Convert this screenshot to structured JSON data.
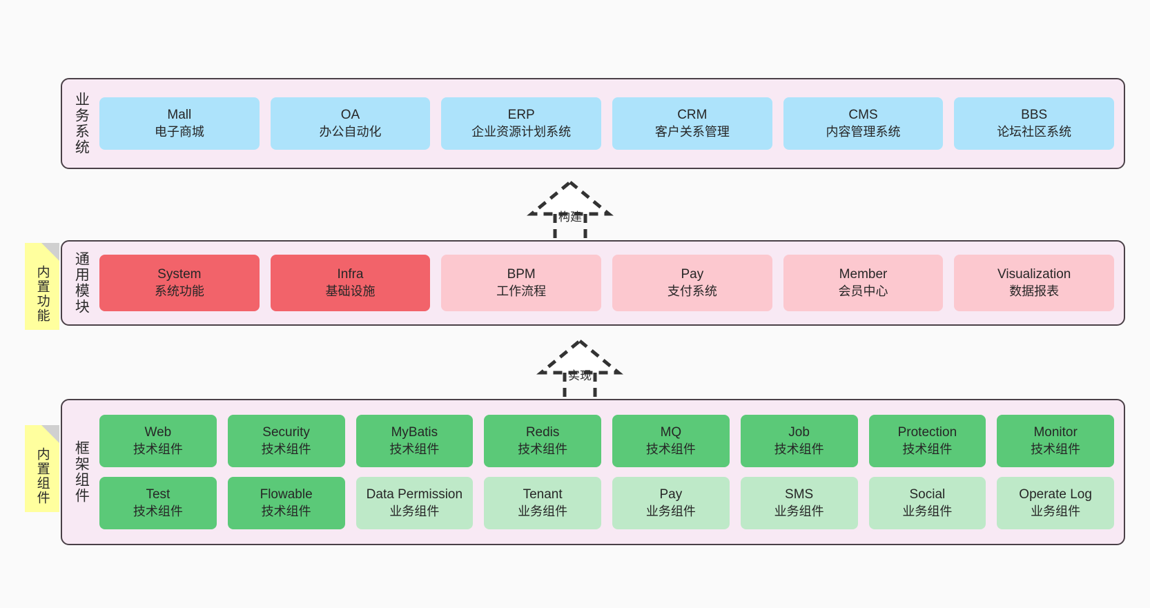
{
  "diagram": {
    "background": "#fafafa",
    "layer_fill": "#f8e9f4",
    "layer_border": "#4a4047",
    "sticky_fill": "#ffff9e"
  },
  "layers": [
    {
      "id": "business",
      "title": "业务系统",
      "rows": [
        {
          "nodes": [
            {
              "name": "Mall",
              "sub": "电子商城",
              "color": "blue"
            },
            {
              "name": "OA",
              "sub": "办公自动化",
              "color": "blue"
            },
            {
              "name": "ERP",
              "sub": "企业资源计划系统",
              "color": "blue"
            },
            {
              "name": "CRM",
              "sub": "客户关系管理",
              "color": "blue"
            },
            {
              "name": "CMS",
              "sub": "内容管理系统",
              "color": "blue"
            },
            {
              "name": "BBS",
              "sub": "论坛社区系统",
              "color": "blue"
            }
          ]
        }
      ]
    },
    {
      "id": "modules",
      "title": "通用模块",
      "sticky": "内置功能",
      "rows": [
        {
          "nodes": [
            {
              "name": "System",
              "sub": "系统功能",
              "color": "red"
            },
            {
              "name": "Infra",
              "sub": "基础设施",
              "color": "red"
            },
            {
              "name": "BPM",
              "sub": "工作流程",
              "color": "pink"
            },
            {
              "name": "Pay",
              "sub": "支付系统",
              "color": "pink"
            },
            {
              "name": "Member",
              "sub": "会员中心",
              "color": "pink"
            },
            {
              "name": "Visualization",
              "sub": "数据报表",
              "color": "pink"
            }
          ]
        }
      ]
    },
    {
      "id": "framework",
      "title": "框架组件",
      "sticky": "内置组件",
      "rows": [
        {
          "nodes": [
            {
              "name": "Web",
              "sub": "技术组件",
              "color": "green"
            },
            {
              "name": "Security",
              "sub": "技术组件",
              "color": "green"
            },
            {
              "name": "MyBatis",
              "sub": "技术组件",
              "color": "green"
            },
            {
              "name": "Redis",
              "sub": "技术组件",
              "color": "green"
            },
            {
              "name": "MQ",
              "sub": "技术组件",
              "color": "green"
            },
            {
              "name": "Job",
              "sub": "技术组件",
              "color": "green"
            },
            {
              "name": "Protection",
              "sub": "技术组件",
              "color": "green"
            },
            {
              "name": "Monitor",
              "sub": "技术组件",
              "color": "green"
            }
          ]
        },
        {
          "nodes": [
            {
              "name": "Test",
              "sub": "技术组件",
              "color": "green"
            },
            {
              "name": "Flowable",
              "sub": "技术组件",
              "color": "green"
            },
            {
              "name": "Data Permission",
              "sub": "业务组件",
              "color": "lightgreen"
            },
            {
              "name": "Tenant",
              "sub": "业务组件",
              "color": "lightgreen"
            },
            {
              "name": "Pay",
              "sub": "业务组件",
              "color": "lightgreen"
            },
            {
              "name": "SMS",
              "sub": "业务组件",
              "color": "lightgreen"
            },
            {
              "name": "Social",
              "sub": "业务组件",
              "color": "lightgreen"
            },
            {
              "name": "Operate Log",
              "sub": "业务组件",
              "color": "lightgreen"
            }
          ]
        }
      ]
    }
  ],
  "arrows": [
    {
      "id": "build",
      "label": "构建"
    },
    {
      "id": "implement",
      "label": "实现"
    }
  ]
}
